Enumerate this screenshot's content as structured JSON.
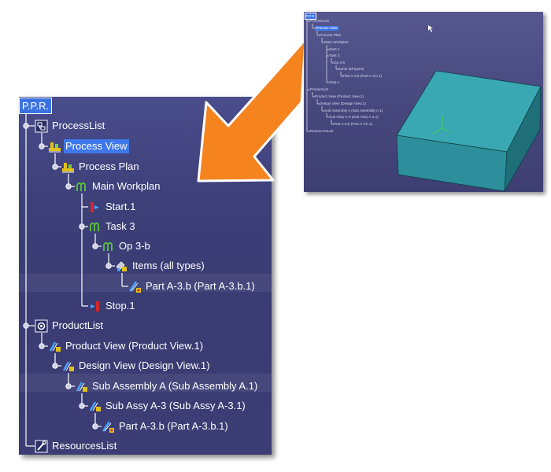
{
  "tree": {
    "root": "P.P.R.",
    "process_list": "ProcessList",
    "process_view": "Process View",
    "process_plan": "Process Plan",
    "main_workplan": "Main Workplan",
    "start": "Start.1",
    "task": "Task 3",
    "op": "Op 3-b",
    "items": "Items (all types)",
    "part_process": "Part A-3.b (Part A-3.b.1)",
    "stop": "Stop.1",
    "product_list": "ProductList",
    "product_view": "Product View (Product View.1)",
    "design_view": "Design View (Design View.1)",
    "sub_assembly": "Sub Assembly A (Sub Assembly A.1)",
    "sub_assy": "Sub Assy A-3 (Sub Assy A-3.1)",
    "part_product": "Part A-3.b (Part A-3.b.1)",
    "resources_list": "ResourcesList"
  },
  "thumbnail": {
    "root": "P.P.R.",
    "process_list": "ProcessList",
    "process_view": "Process View",
    "process_plan": "Process Plan",
    "main_workplan": "Main Workplan",
    "start": "Start.1",
    "task": "Task 3",
    "op": "Op 3-b",
    "items": "Items (all types)",
    "part_process": "Part A-3.b (Part A-3.b.1)",
    "stop": "Stop.1",
    "product_list": "ProductList",
    "product_view": "Product View (Product View.1)",
    "design_view": "Design View (Design View.1)",
    "sub_assembly": "Sub Assembly A (Sub Assembly A.1)",
    "sub_assy": "Sub Assy A-3 (Sub Assy A-3.1)",
    "part_product": "Part A-3.b (Part A-3.b.1)",
    "resources_list": "ResourcesList"
  },
  "colors": {
    "panel": "#3c3f78",
    "selection": "#3e78ea",
    "arrow": "#f5841f",
    "box": "#2f8f9c"
  },
  "icons": [
    "process-list-icon",
    "process-view-icon",
    "workplan-icon",
    "start-icon",
    "stop-icon",
    "items-icon",
    "part-icon",
    "product-list-icon",
    "product-icon",
    "resources-list-icon"
  ]
}
